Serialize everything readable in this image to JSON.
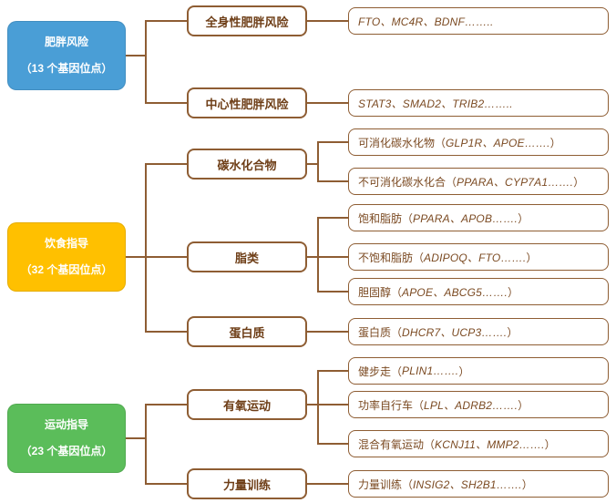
{
  "palette": {
    "blue": "#4A9ED6",
    "yellow": "#FFC000",
    "green": "#5BBD5A",
    "line": "#8E5D33",
    "category_text": "#6E3E17",
    "gene_text": "#7B4A22"
  },
  "groups": [
    {
      "title": "肥胖风险",
      "subtitle": "（13 个基因位点）",
      "color": "#4A9ED6",
      "children": [
        {
          "label": "全身性肥胖风险",
          "leaves": [
            {
              "prefix": "",
              "genes": "FTO、MC4R、BDNF……..",
              "suffix": ""
            }
          ]
        },
        {
          "label": "中心性肥胖风险",
          "leaves": [
            {
              "prefix": "",
              "genes": "STAT3、SMAD2、TRIB2……..",
              "suffix": ""
            }
          ]
        }
      ]
    },
    {
      "title": "饮食指导",
      "subtitle": "（32 个基因位点）",
      "color": "#FFC000",
      "children": [
        {
          "label": "碳水化合物",
          "leaves": [
            {
              "prefix": "可消化碳水化物（ ",
              "genes": "GLP1R、APOE…….",
              "suffix": " ）"
            },
            {
              "prefix": "不可消化碳水化合（ ",
              "genes": "PPARA、CYP7A1…….",
              "suffix": " ）"
            }
          ]
        },
        {
          "label": "脂类",
          "leaves": [
            {
              "prefix": "饱和脂肪（ ",
              "genes": "PPARA、APOB…….",
              "suffix": " ）"
            },
            {
              "prefix": "不饱和脂肪（ ",
              "genes": "ADIPOQ、FTO…….",
              "suffix": " ）"
            },
            {
              "prefix": "胆固醇（ ",
              "genes": "APOE、ABCG5…….",
              "suffix": " ）"
            }
          ]
        },
        {
          "label": "蛋白质",
          "leaves": [
            {
              "prefix": "蛋白质（ ",
              "genes": "DHCR7、UCP3…….",
              "suffix": " ）"
            }
          ]
        }
      ]
    },
    {
      "title": "运动指导",
      "subtitle": "（23 个基因位点）",
      "color": "#5BBD5A",
      "children": [
        {
          "label": "有氧运动",
          "leaves": [
            {
              "prefix": "健步走（ ",
              "genes": "PLIN1…….",
              "suffix": " ）"
            },
            {
              "prefix": "功率自行车（ ",
              "genes": "LPL、ADRB2…….",
              "suffix": " ）"
            },
            {
              "prefix": "混合有氧运动（ ",
              "genes": "KCNJ11、MMP2…….",
              "suffix": " ）"
            }
          ]
        },
        {
          "label": "力量训练",
          "leaves": [
            {
              "prefix": "力量训练（ ",
              "genes": "INSIG2、SH2B1…….",
              "suffix": " ）"
            }
          ]
        }
      ]
    }
  ]
}
